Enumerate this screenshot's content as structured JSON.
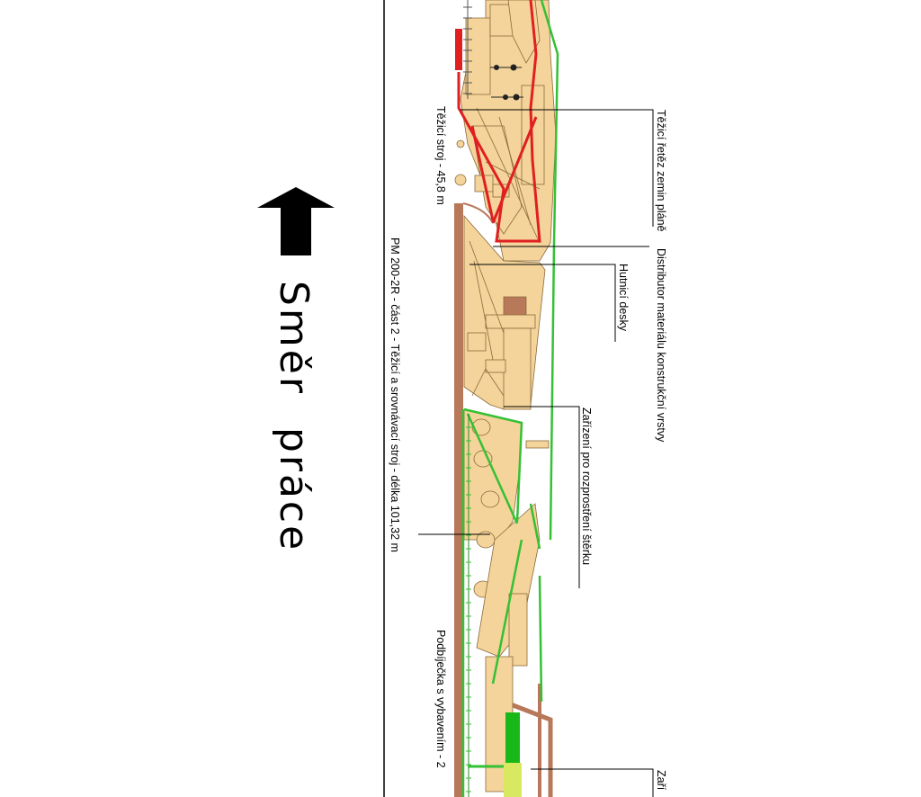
{
  "direction": {
    "text": "Směr   práce",
    "arrow_icon": "arrow-up-icon"
  },
  "machine": {
    "title": "PM 200-2R  -  část 2  -  Těžicí a srovnávací stroj  -  délka 101,32 m"
  },
  "modules": {
    "excavator": "Těžicí stroj  -  45,8 m",
    "tamper": "Podbíječka s vybavením  -  2"
  },
  "callouts": {
    "chain": "Těžicí řetěz zemin pláně",
    "distributor": "Distributor materiálu konstrukční vrstvy",
    "plates": "Hutnicí desky",
    "spreader": "Zařízení pro rozprostření štěrku",
    "bottom": "Zaří"
  },
  "colors": {
    "machine_body": "#f4d49a",
    "machine_outline": "#8a6a3a",
    "red_line": "#e02020",
    "green_line": "#35c035",
    "brown_rail": "#b8785a",
    "dark_green_block": "#18b818",
    "yellow_green_block": "#d8e860"
  }
}
